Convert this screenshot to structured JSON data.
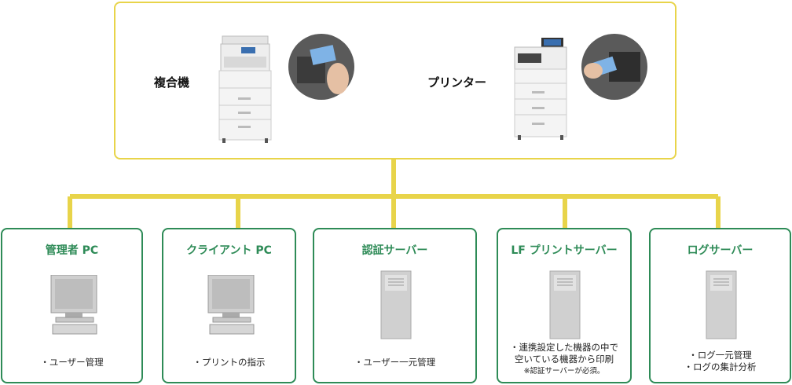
{
  "top": {
    "devices": [
      {
        "label": "複合機"
      },
      {
        "label": "プリンター"
      }
    ]
  },
  "servers": [
    {
      "title": "管理者 PC",
      "kind": "pc",
      "notes": [
        "・ユーザー管理"
      ],
      "footnote": ""
    },
    {
      "title": "クライアント PC",
      "kind": "pc",
      "notes": [
        "・プリントの指示"
      ],
      "footnote": ""
    },
    {
      "title": "認証サーバー",
      "kind": "tower",
      "notes": [
        "・ユーザー一元管理"
      ],
      "footnote": ""
    },
    {
      "title": "LF プリントサーバー",
      "kind": "tower",
      "notes": [
        "・連携設定した機器の中で",
        "空いている機器から印刷"
      ],
      "footnote": "※認証サーバーが必須。"
    },
    {
      "title": "ログサーバー",
      "kind": "tower",
      "notes": [
        "・ログ一元管理",
        "・ログの集計分析"
      ],
      "footnote": ""
    }
  ],
  "colors": {
    "top_border": "#e8d44a",
    "connector": "#e8d44a",
    "card_border": "#2e8b57",
    "title_text": "#2e8b57"
  }
}
